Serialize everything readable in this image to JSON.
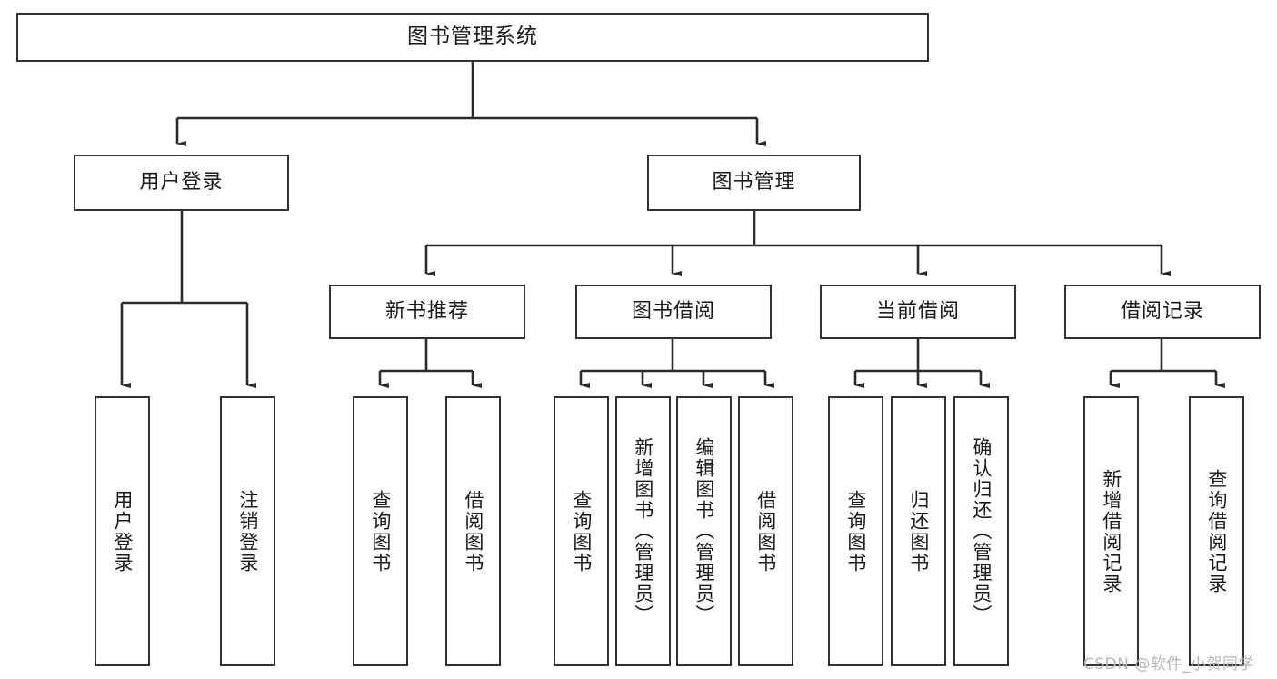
{
  "diagram": {
    "type": "tree",
    "title": "图书管理系统",
    "orientation": "top-down",
    "colors": {
      "box_border": "#333333",
      "box_fill": "#ffffff",
      "line": "#2b2b2b",
      "text": "#1a1a1a",
      "watermark": "#b8b8b8",
      "background": "#ffffff"
    }
  },
  "root": {
    "label": "图书管理系统"
  },
  "level2": [
    {
      "id": "user-login",
      "label": "用户登录"
    },
    {
      "id": "book-manage",
      "label": "图书管理"
    }
  ],
  "level3": [
    {
      "id": "new-book-recommend",
      "label": "新书推荐",
      "parent": "book-manage"
    },
    {
      "id": "book-borrow",
      "label": "图书借阅",
      "parent": "book-manage"
    },
    {
      "id": "current-borrow",
      "label": "当前借阅",
      "parent": "book-manage"
    },
    {
      "id": "borrow-record",
      "label": "借阅记录",
      "parent": "book-manage"
    }
  ],
  "leaves": {
    "user_login": [
      {
        "id": "leaf-user-login",
        "label": "用户登录"
      },
      {
        "id": "leaf-user-logout",
        "label": "注销登录"
      }
    ],
    "new_book_recommend": [
      {
        "id": "leaf-query-book-1",
        "label": "查询图书"
      },
      {
        "id": "leaf-borrow-book-1",
        "label": "借阅图书"
      }
    ],
    "book_borrow": [
      {
        "id": "leaf-query-book-2",
        "label": "查询图书"
      },
      {
        "id": "leaf-add-book",
        "label": "新增图书（管理员）"
      },
      {
        "id": "leaf-edit-book",
        "label": "编辑图书（管理员）"
      },
      {
        "id": "leaf-borrow-book-2",
        "label": "借阅图书"
      }
    ],
    "current_borrow": [
      {
        "id": "leaf-query-book-3",
        "label": "查询图书"
      },
      {
        "id": "leaf-return-book",
        "label": "归还图书"
      },
      {
        "id": "leaf-confirm-return",
        "label": "确认归还（管理员）"
      }
    ],
    "borrow_record": [
      {
        "id": "leaf-add-record",
        "label": "新增借阅记录"
      },
      {
        "id": "leaf-query-record",
        "label": "查询借阅记录"
      }
    ]
  },
  "watermark": {
    "text": "CSDN @软件_小贺同学"
  }
}
